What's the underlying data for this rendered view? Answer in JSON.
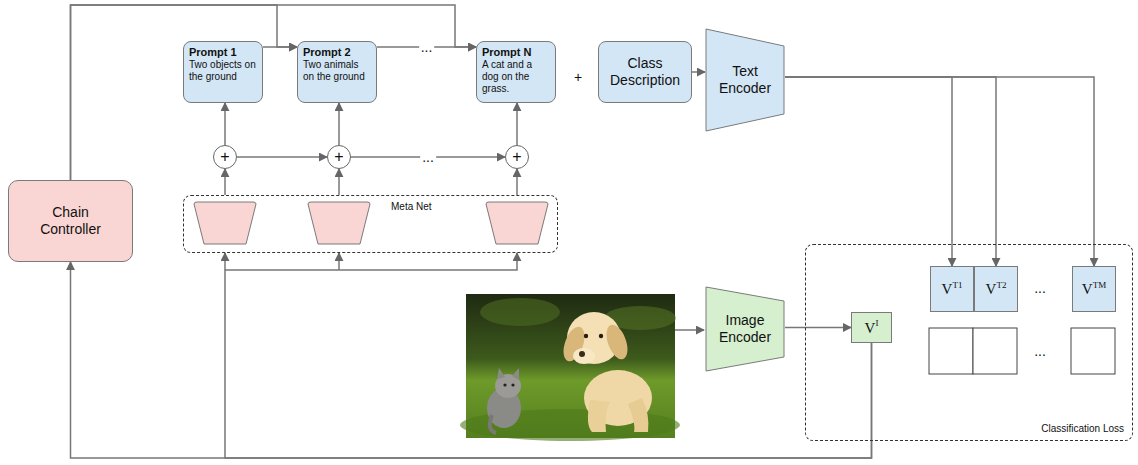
{
  "diagram": {
    "nodes": [
      {
        "text": [
          "Chain Controller"
        ]
      },
      {
        "text": [
          "Prompt 1",
          "Two objects on the ground"
        ]
      },
      {
        "text": [
          "Prompt 2",
          "Two animals on the ground"
        ]
      },
      {
        "text": [
          "Prompt N",
          "A cat and a dog on the grass."
        ]
      },
      {
        "text": [
          "Class Description"
        ]
      },
      {
        "text": [
          "Text Encoder"
        ]
      },
      {
        "text": [
          "+"
        ]
      },
      {
        "text": [
          "+"
        ]
      },
      {
        "text": [
          "+"
        ]
      },
      {
        "text": [
          "Meta Net"
        ]
      },
      {
        "text": [
          "Image Encoder"
        ]
      },
      {
        "text": [
          "Classification Loss"
        ]
      },
      {
        "text": [
          "V",
          "T1"
        ],
        "in": 11
      },
      {
        "text": [
          "V",
          "T2"
        ],
        "in": 11
      },
      {
        "text": [
          "V",
          "TM"
        ],
        "in": 11
      },
      {
        "text": [
          "V",
          "I"
        ],
        "in": 11
      }
    ],
    "edges": [
      {
        "from": 0,
        "to": 2,
        "arrow": "to"
      },
      {
        "from": 0,
        "to": 3,
        "arrow": "to"
      },
      {
        "from": 1,
        "to": 2,
        "arrow": "to"
      },
      {
        "from": 2,
        "to": 3,
        "arrow": "to",
        "label": "..."
      },
      {
        "from": 6,
        "to": 1,
        "arrow": "to"
      },
      {
        "from": 7,
        "to": 2,
        "arrow": "to"
      },
      {
        "from": 8,
        "to": 3,
        "arrow": "to"
      },
      {
        "from": 6,
        "to": 7,
        "arrow": "to"
      },
      {
        "from": 7,
        "to": 8,
        "arrow": "to",
        "label": "..."
      },
      {
        "from": 9,
        "to": 6,
        "arrow": "to"
      },
      {
        "from": 9,
        "to": 7,
        "arrow": "to"
      },
      {
        "from": 9,
        "to": 8,
        "arrow": "to"
      },
      {
        "from": 4,
        "to": 5,
        "arrow": "to"
      },
      {
        "from": 5,
        "to": 12,
        "arrow": "to"
      },
      {
        "from": 5,
        "to": 13,
        "arrow": "to"
      },
      {
        "from": 5,
        "to": 14,
        "arrow": "to"
      },
      {
        "from": 10,
        "to": 15,
        "arrow": "to"
      },
      {
        "from": 15,
        "to": 0,
        "arrow": "to"
      },
      {
        "from": 15,
        "to": 9,
        "arrow": "to"
      }
    ],
    "labels": [
      "+",
      "...",
      "..."
    ]
  }
}
